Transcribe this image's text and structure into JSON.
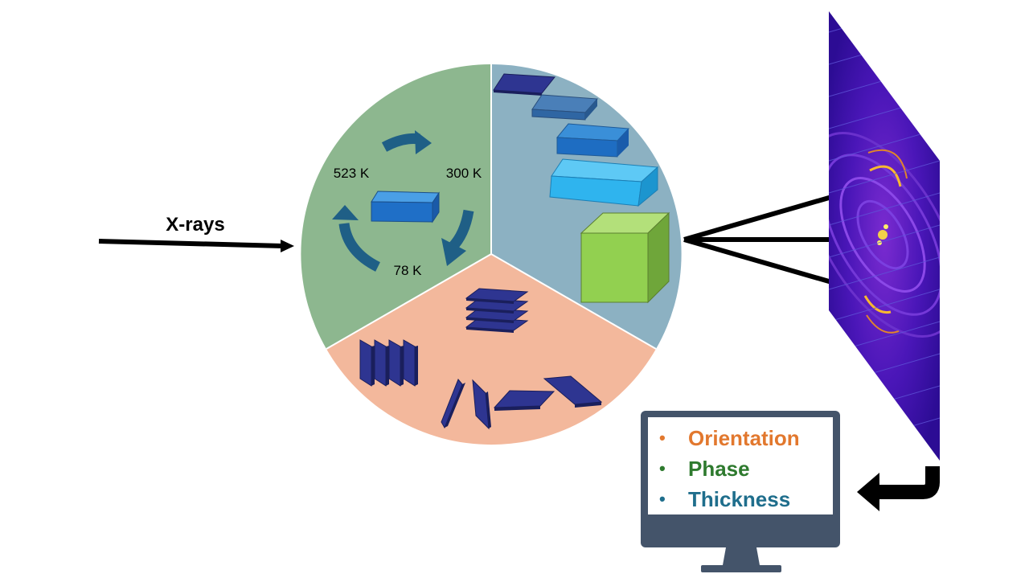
{
  "beam": {
    "label": "X-rays"
  },
  "temperature_cycle": {
    "labels": [
      "523 K",
      "300 K",
      "78 K"
    ]
  },
  "results": {
    "items": [
      {
        "label": "Orientation",
        "color": "#e2782e"
      },
      {
        "label": "Phase",
        "color": "#2e7a2e"
      },
      {
        "label": "Thickness",
        "color": "#1f6e8c"
      }
    ]
  },
  "colors": {
    "temperature_sector": "#8db78f",
    "thickness_sector": "#8cb1c2",
    "orientation_sector": "#f3b89c",
    "cube": "#92d050",
    "flakes_dark": "#2e3591",
    "monitor_frame": "#44546a",
    "cycle_arrow": "#1f5f86",
    "detector": "#3a0f8f"
  }
}
